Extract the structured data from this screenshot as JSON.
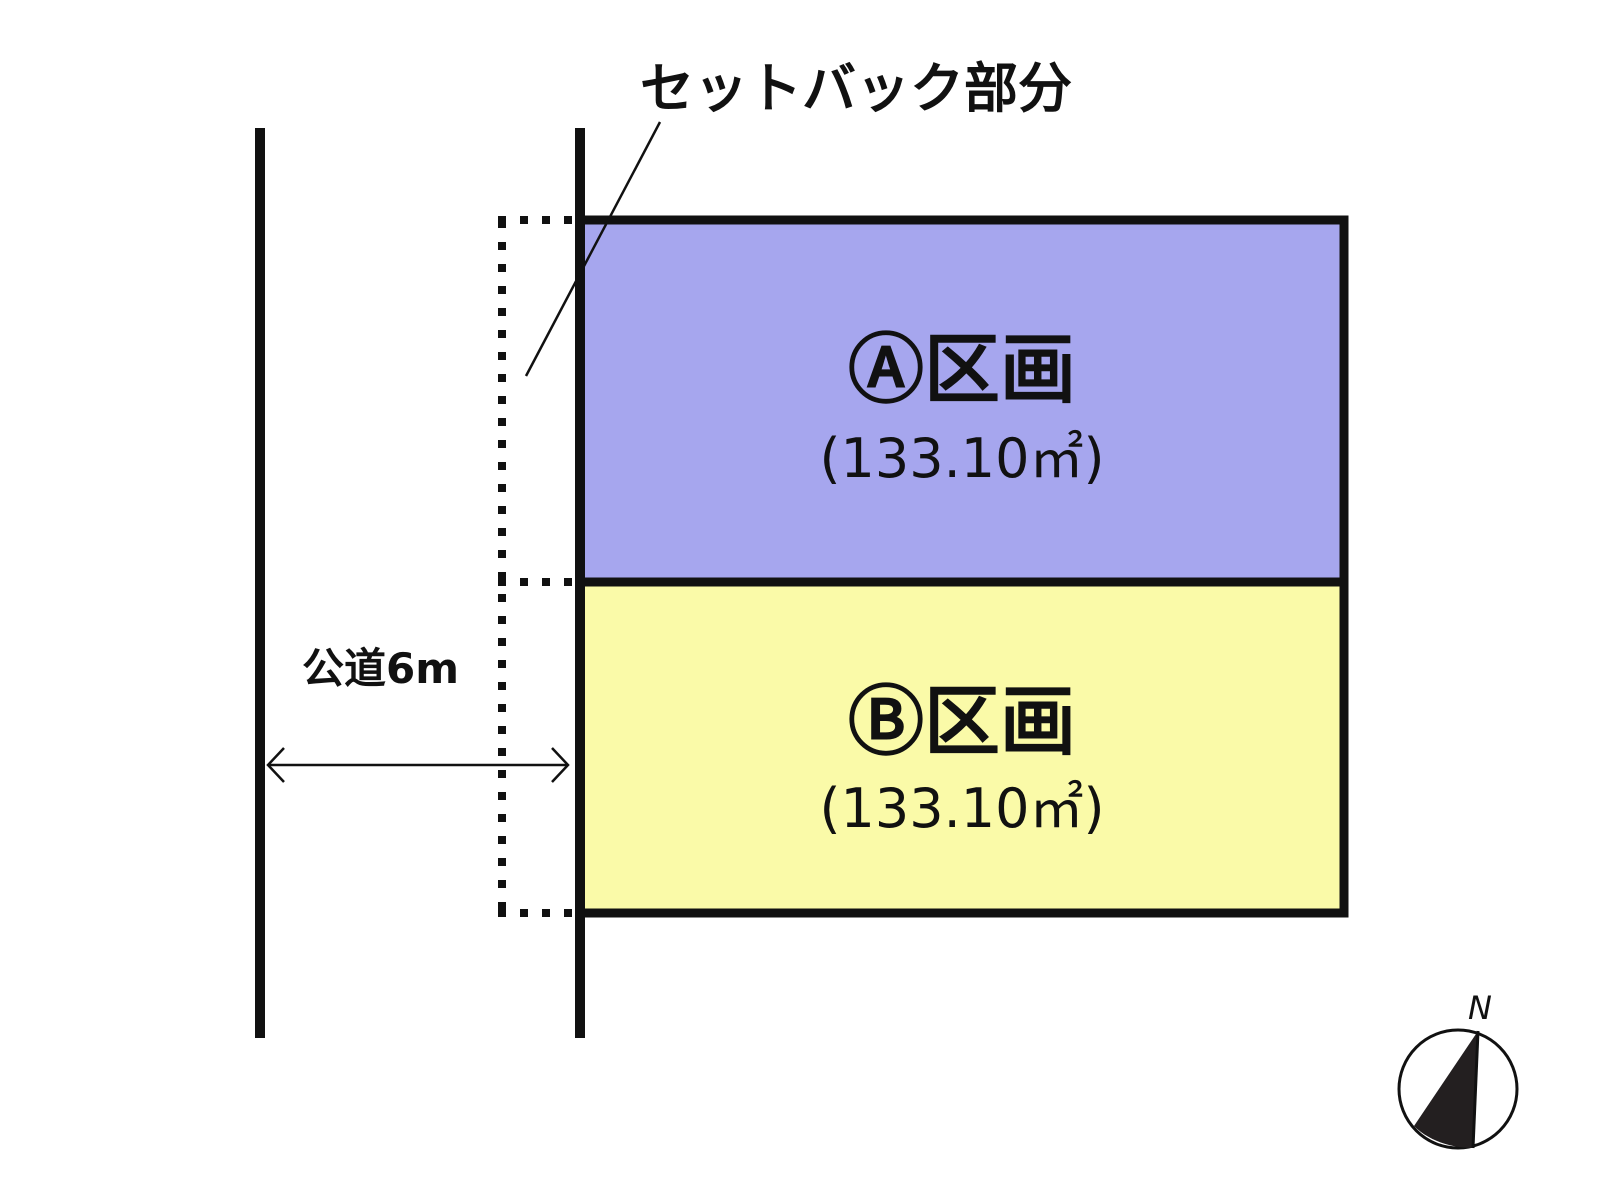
{
  "labels": {
    "setback": "セットバック部分",
    "road": "公道6m"
  },
  "lots": [
    {
      "name": "Ⓐ区画",
      "area": "(133.10㎡)",
      "fill": "#a6a6ee"
    },
    {
      "name": "Ⓑ区画",
      "area": "(133.10㎡)",
      "fill": "#fafaa8"
    }
  ],
  "compass": {
    "north_label": "N"
  },
  "colors": {
    "line": "#111111",
    "compass_fill": "#231f20"
  }
}
